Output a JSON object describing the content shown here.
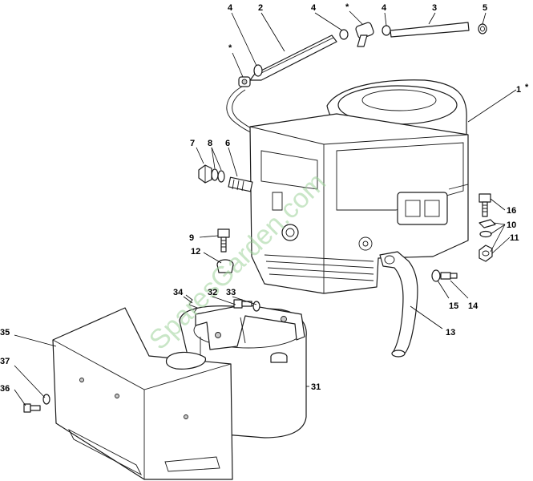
{
  "watermark": "SparesGarden.com",
  "callouts": {
    "c1": "1",
    "c1_star": "*",
    "c2": "2",
    "c3": "3",
    "c4a": "4",
    "c4b": "4",
    "c4c": "4",
    "c5": "5",
    "star_a": "*",
    "star_b": "*",
    "c6": "6",
    "c7": "7",
    "c8": "8",
    "c9": "9",
    "c10": "10",
    "c11": "11",
    "c12": "12",
    "c13": "13",
    "c14": "14",
    "c15": "15",
    "c16": "16",
    "c31": "31",
    "c32": "32",
    "c33": "33",
    "c34": "34",
    "c35": "35",
    "c36": "36",
    "c37": "37"
  },
  "colors": {
    "line": "#1a1a1a",
    "watermark": "#9ed39a",
    "background": "#ffffff"
  }
}
